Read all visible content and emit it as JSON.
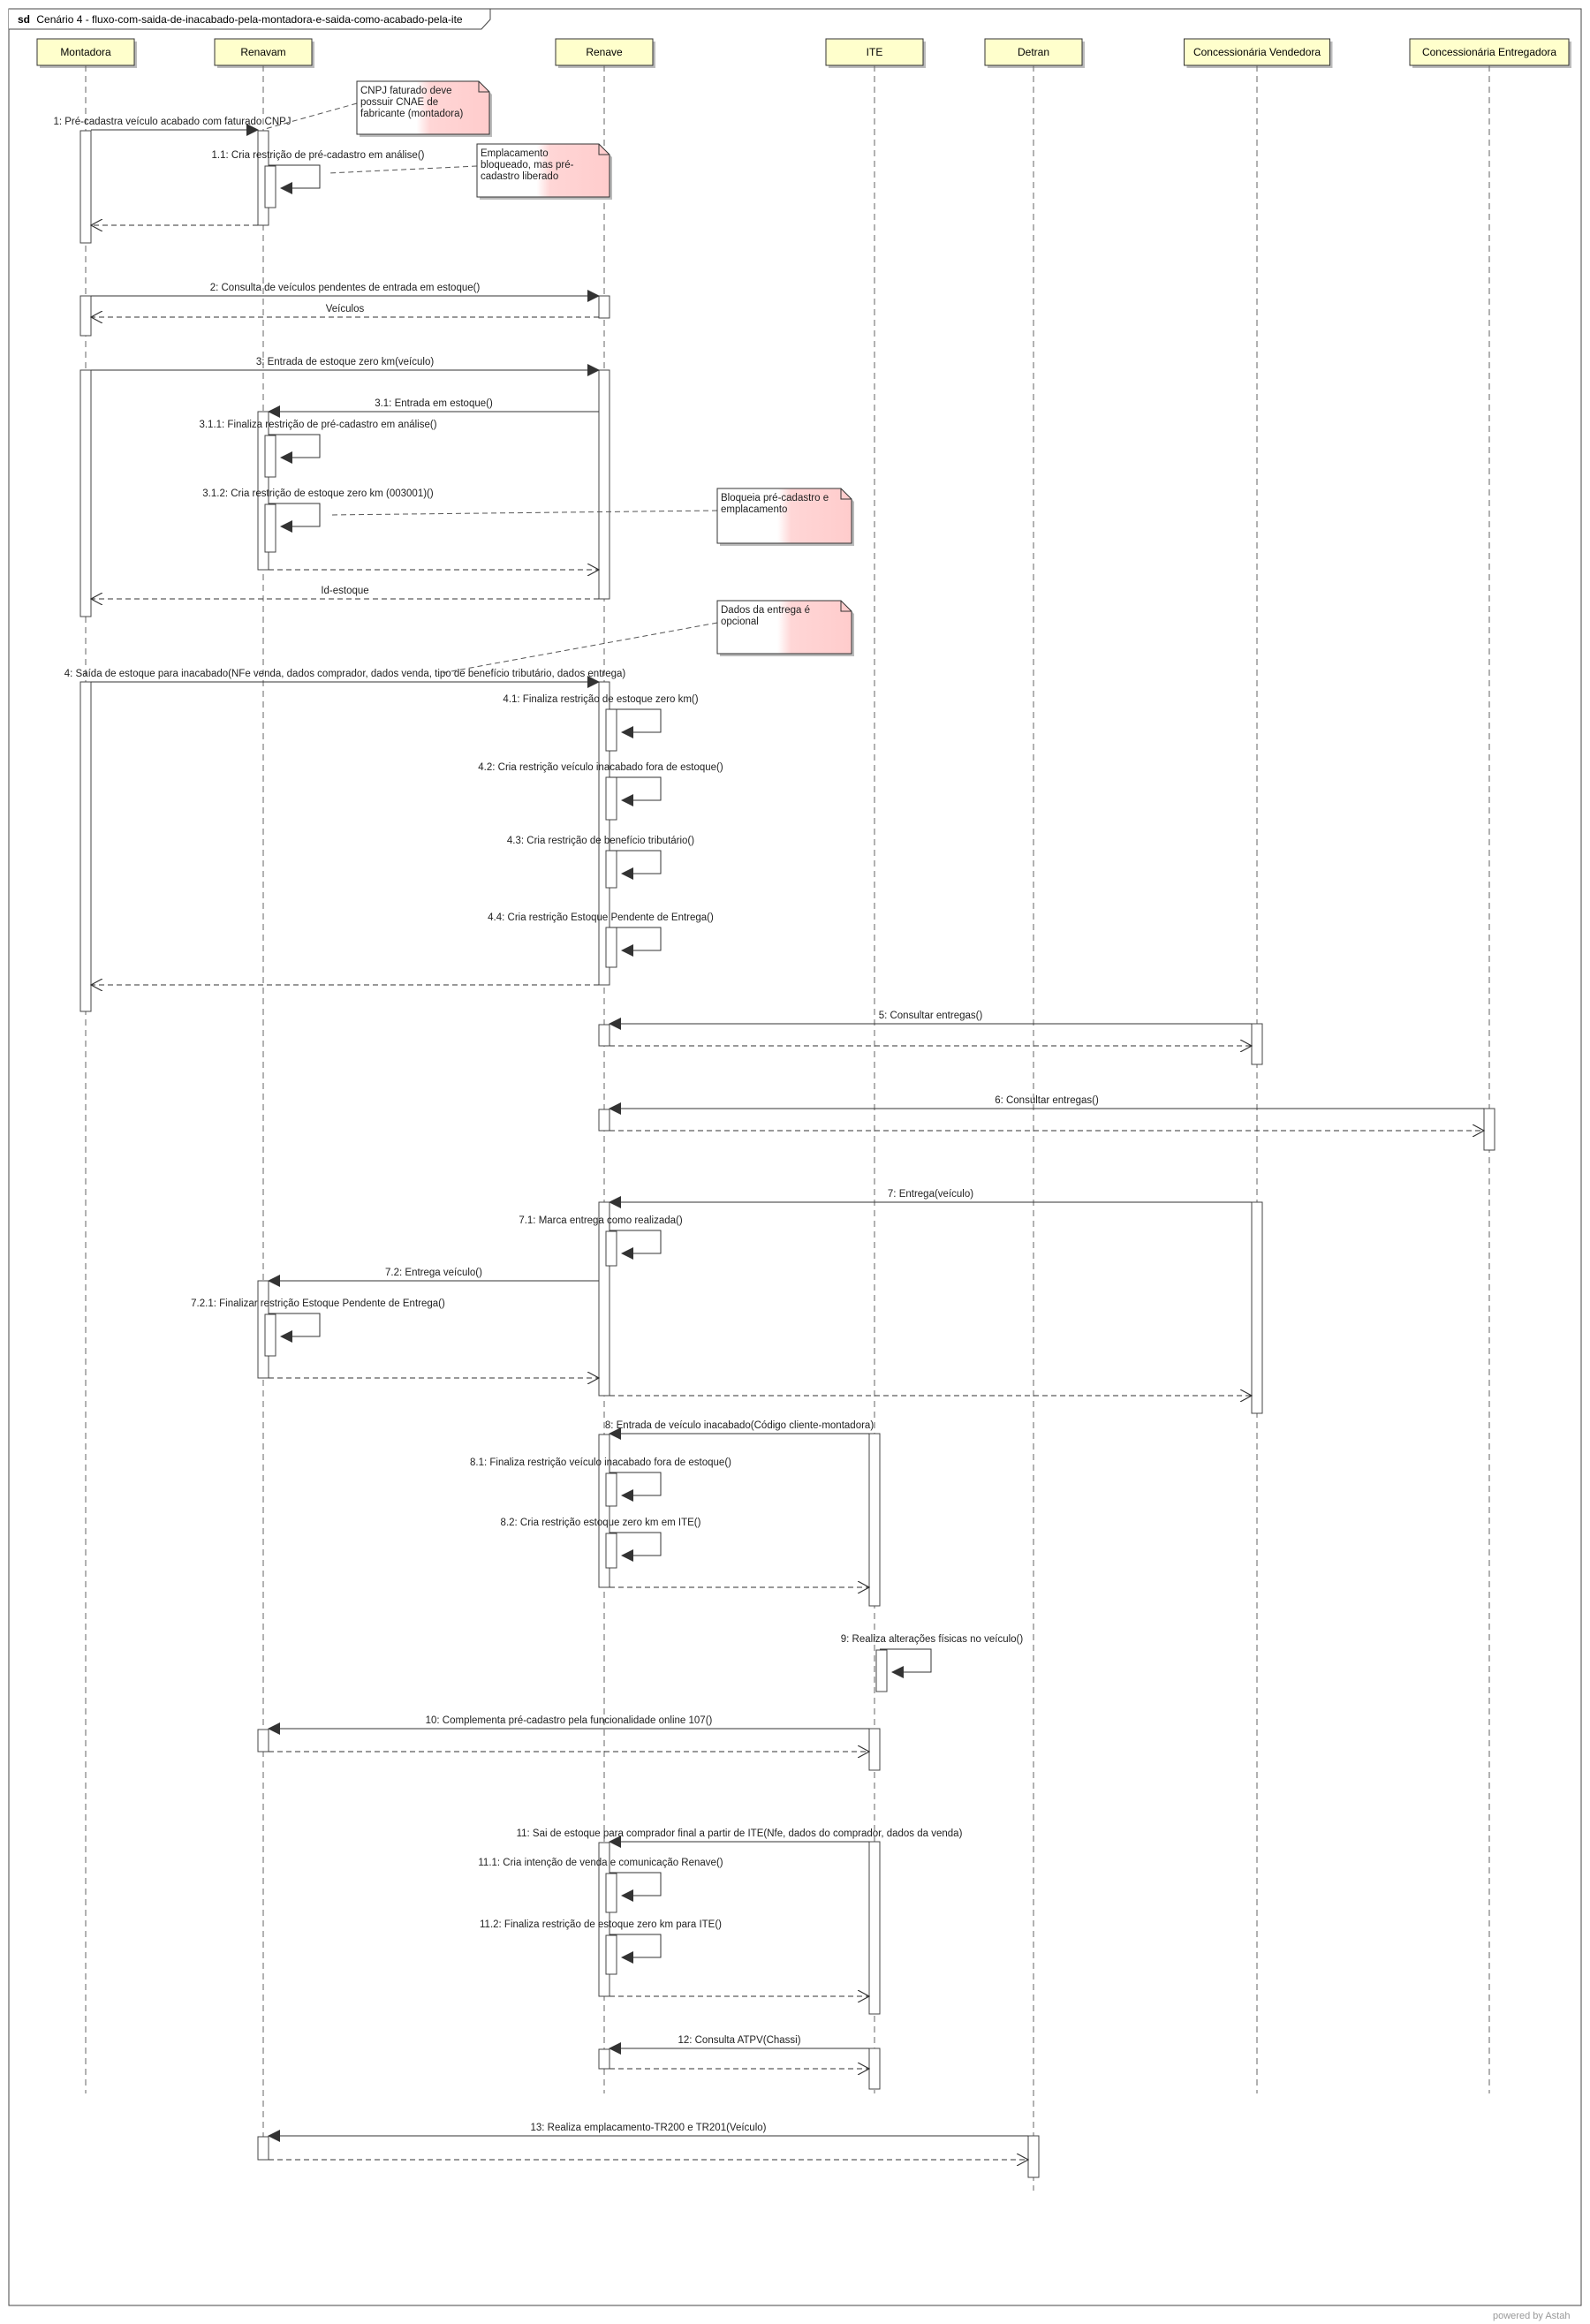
{
  "frame": {
    "keyword": "sd",
    "title": "Cenário 4 - fluxo-com-saida-de-inacabado-pela-montadora-e-saida-como-acabado-pela-ite"
  },
  "participants": [
    "Montadora",
    "Renavam",
    "Renave",
    "ITE",
    "Detran",
    "Concessionária Vendedora",
    "Concessionária Entregadora"
  ],
  "messages": [
    {
      "label": "1: Pré-cadastra veículo acabado com faturado CNPJ",
      "from": 0,
      "to": 1,
      "kind": "call"
    },
    {
      "label": "1.1: Cria restrição de pré-cadastro em análise()",
      "from": 1,
      "to": 1,
      "kind": "self"
    },
    {
      "label": "",
      "from": 1,
      "to": 0,
      "kind": "return"
    },
    {
      "label": "2: Consulta de veículos pendentes de entrada em estoque()",
      "from": 0,
      "to": 2,
      "kind": "call"
    },
    {
      "label": "Veículos",
      "from": 2,
      "to": 0,
      "kind": "return"
    },
    {
      "label": "3: Entrada de estoque zero km(veículo)",
      "from": 0,
      "to": 2,
      "kind": "call"
    },
    {
      "label": "3.1: Entrada em estoque()",
      "from": 2,
      "to": 1,
      "kind": "call"
    },
    {
      "label": "3.1.1: Finaliza restrição de pré-cadastro em análise()",
      "from": 1,
      "to": 1,
      "kind": "self"
    },
    {
      "label": "3.1.2: Cria restrição de estoque zero km (003001)()",
      "from": 1,
      "to": 1,
      "kind": "self"
    },
    {
      "label": "",
      "from": 1,
      "to": 2,
      "kind": "return"
    },
    {
      "label": "Id-estoque",
      "from": 2,
      "to": 0,
      "kind": "return"
    },
    {
      "label": "4: Saída de estoque para inacabado(NFe venda, dados comprador, dados venda, tipo de benefício tributário, dados entrega)",
      "from": 0,
      "to": 2,
      "kind": "call"
    },
    {
      "label": "4.1: Finaliza restrição de estoque zero km()",
      "from": 2,
      "to": 2,
      "kind": "self"
    },
    {
      "label": "4.2: Cria restrição veículo inacabado fora de estoque()",
      "from": 2,
      "to": 2,
      "kind": "self"
    },
    {
      "label": "4.3: Cria restrição de benefício tributário()",
      "from": 2,
      "to": 2,
      "kind": "self"
    },
    {
      "label": "4.4: Cria restrição Estoque Pendente de Entrega()",
      "from": 2,
      "to": 2,
      "kind": "self"
    },
    {
      "label": "",
      "from": 2,
      "to": 0,
      "kind": "return"
    },
    {
      "label": "5: Consultar entregas()",
      "from": 5,
      "to": 2,
      "kind": "call"
    },
    {
      "label": "",
      "from": 2,
      "to": 5,
      "kind": "return"
    },
    {
      "label": "6: Consultar entregas()",
      "from": 6,
      "to": 2,
      "kind": "call"
    },
    {
      "label": "",
      "from": 2,
      "to": 6,
      "kind": "return"
    },
    {
      "label": "7: Entrega(veículo)",
      "from": 5,
      "to": 2,
      "kind": "call"
    },
    {
      "label": "7.1: Marca entrega como realizada()",
      "from": 2,
      "to": 2,
      "kind": "self"
    },
    {
      "label": "7.2: Entrega veículo()",
      "from": 2,
      "to": 1,
      "kind": "call"
    },
    {
      "label": "7.2.1: Finalizar restrição Estoque Pendente de Entrega()",
      "from": 1,
      "to": 1,
      "kind": "self"
    },
    {
      "label": "",
      "from": 1,
      "to": 2,
      "kind": "return"
    },
    {
      "label": "",
      "from": 2,
      "to": 5,
      "kind": "return"
    },
    {
      "label": "8: Entrada de veículo inacabado(Código cliente-montadora)",
      "from": 3,
      "to": 2,
      "kind": "call"
    },
    {
      "label": "8.1: Finaliza restrição veículo inacabado fora de estoque()",
      "from": 2,
      "to": 2,
      "kind": "self"
    },
    {
      "label": "8.2: Cria restrição estoque zero km em ITE()",
      "from": 2,
      "to": 2,
      "kind": "self"
    },
    {
      "label": "",
      "from": 2,
      "to": 3,
      "kind": "return"
    },
    {
      "label": "9: Realiza alterações físicas no veículo()",
      "from": 3,
      "to": 3,
      "kind": "self"
    },
    {
      "label": "10: Complementa pré-cadastro pela funcionalidade online 107()",
      "from": 3,
      "to": 1,
      "kind": "call"
    },
    {
      "label": "",
      "from": 1,
      "to": 3,
      "kind": "return"
    },
    {
      "label": "11: Sai de estoque para comprador final a partir de ITE(Nfe, dados do comprador, dados da venda)",
      "from": 3,
      "to": 2,
      "kind": "call"
    },
    {
      "label": "11.1: Cria intenção de venda e comunicação Renave()",
      "from": 2,
      "to": 2,
      "kind": "self"
    },
    {
      "label": "11.2: Finaliza restrição de estoque zero km para ITE()",
      "from": 2,
      "to": 2,
      "kind": "self"
    },
    {
      "label": "",
      "from": 2,
      "to": 3,
      "kind": "return"
    },
    {
      "label": "12: Consulta ATPV(Chassi)",
      "from": 3,
      "to": 2,
      "kind": "call"
    },
    {
      "label": "",
      "from": 2,
      "to": 3,
      "kind": "return"
    },
    {
      "label": "13: Realiza emplacamento-TR200 e TR201(Veículo)",
      "from": 4,
      "to": 1,
      "kind": "call"
    },
    {
      "label": "",
      "from": 1,
      "to": 4,
      "kind": "return"
    }
  ],
  "notes": [
    {
      "lines": [
        "CNPJ faturado deve",
        "possuir CNAE de",
        "fabricante (montadora)"
      ],
      "attached_to_message": 0
    },
    {
      "lines": [
        "Emplacamento",
        "bloqueado, mas pré-",
        "cadastro liberado"
      ],
      "attached_to_message": 1
    },
    {
      "lines": [
        "Bloqueia pré-cadastro e",
        "emplacamento"
      ],
      "attached_to_message": 8
    },
    {
      "lines": [
        "Dados da entrega é",
        "opcional"
      ],
      "attached_to_message": 11
    }
  ],
  "footer": "powered by Astah",
  "colors": {
    "lifeline_header_fill": "#ffffcc",
    "note_fill": "#ffffff",
    "note_accent": "#ffcccc",
    "line": "#555555"
  }
}
